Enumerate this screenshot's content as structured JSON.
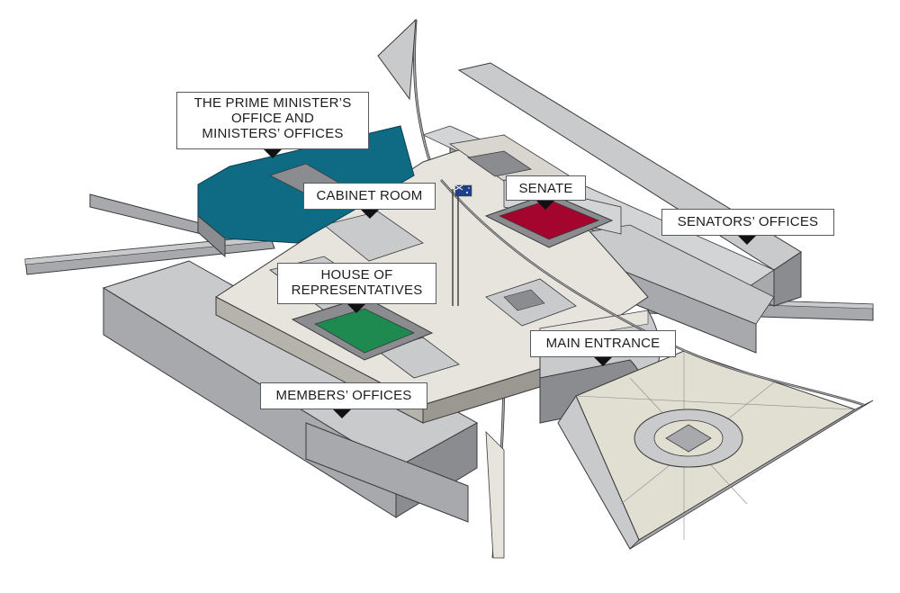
{
  "labels": {
    "pm_office": {
      "lines": [
        "THE PRIME MINISTER’S",
        "OFFICE AND",
        "MINISTERS’ OFFICES"
      ]
    },
    "cabinet_room": {
      "text": "CABINET ROOM"
    },
    "senate": {
      "text": "SENATE"
    },
    "senators_offices": {
      "text": "SENATORS’ OFFICES"
    },
    "house_of_reps": {
      "lines": [
        "HOUSE OF",
        "REPRESENTATIVES"
      ]
    },
    "main_entrance": {
      "text": "MAIN ENTRANCE"
    },
    "members_offices": {
      "text": "MEMBERS’ OFFICES"
    }
  },
  "colors": {
    "pm_wing": "#0f6a83",
    "senate_chamber": "#a3052f",
    "house_chamber": "#1e8a50",
    "roof": "#c9cacc",
    "wall_dark": "#8a8c8f",
    "wall_light": "#a7a9ac",
    "walkway": "#e6e4dd",
    "forecourt": "#e1ded2"
  },
  "icons": {
    "flag": "australian-flag-icon"
  }
}
